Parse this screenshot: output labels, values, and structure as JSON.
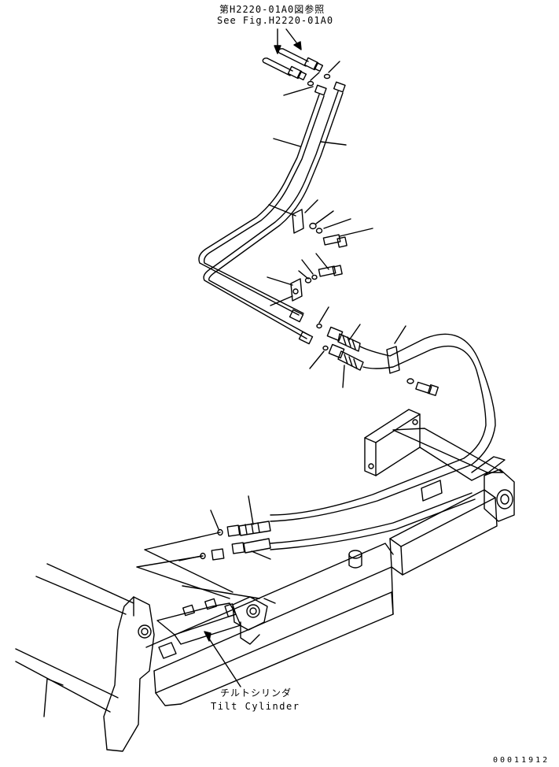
{
  "header_reference": {
    "japanese": "第H2220-01A0図参照",
    "english": "See Fig.H2220-01A0"
  },
  "part_callout": {
    "japanese": "チルトシリンダ",
    "english": "Tilt Cylinder"
  },
  "figure_number": "00011912",
  "colors": {
    "line": "#000000",
    "background": "#ffffff"
  }
}
